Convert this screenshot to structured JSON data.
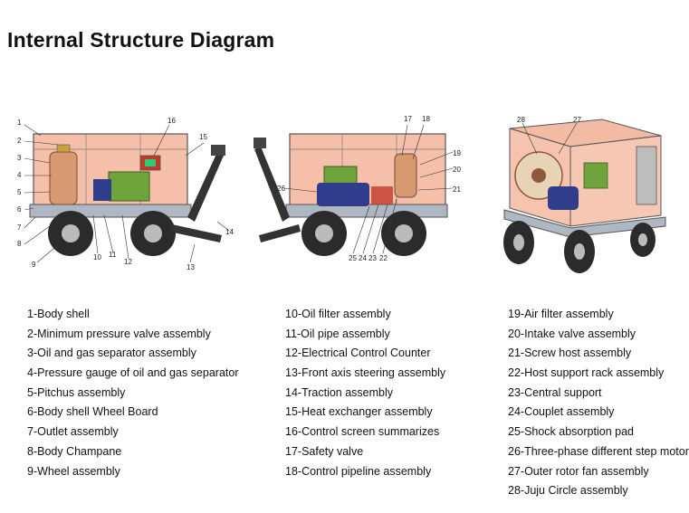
{
  "title": "Internal Structure Diagram",
  "legend": {
    "col1": [
      "1-Body shell",
      "2-Minimum pressure valve assembly",
      "3-Oil and gas separator assembly",
      "4-Pressure gauge of oil and gas separator",
      "5-Pitchus assembly",
      "6-Body shell Wheel Board",
      "7-Outlet assembly",
      "8-Body Champane",
      "9-Wheel assembly"
    ],
    "col2": [
      "10-Oil filter assembly",
      "11-Oil pipe assembly",
      "12-Electrical Control Counter",
      "13-Front axis steering assembly",
      "14-Traction assembly",
      "15-Heat exchanger assembly",
      "16-Control screen summarizes",
      "17-Safety valve",
      "18-Control pipeline assembly"
    ],
    "col3": [
      "19-Air filter assembly",
      "20-Intake valve assembly",
      "21-Screw host assembly",
      "22-Host support rack assembly",
      "23-Central support",
      "24-Couplet assembly",
      "25-Shock absorption pad",
      "26-Three-phase different step motor",
      "27-Outer rotor fan assembly",
      "28-Juju Circle assembly"
    ]
  },
  "callouts": {
    "left": [
      "1",
      "2",
      "3",
      "4",
      "5",
      "6",
      "7",
      "8",
      "9",
      "10",
      "11",
      "12",
      "13",
      "14",
      "15",
      "16"
    ],
    "middle": [
      "17",
      "18",
      "19",
      "20",
      "21",
      "26",
      "25",
      "24",
      "23",
      "22"
    ],
    "right": [
      "28",
      "27"
    ]
  },
  "colors": {
    "shell": "#f3b49a",
    "frame": "#555555",
    "base": "#aeb7c2",
    "motor": "#2f3d8a",
    "separator": "#d79a72",
    "green": "#6fa43c",
    "wheel": "#2b2b2b"
  }
}
